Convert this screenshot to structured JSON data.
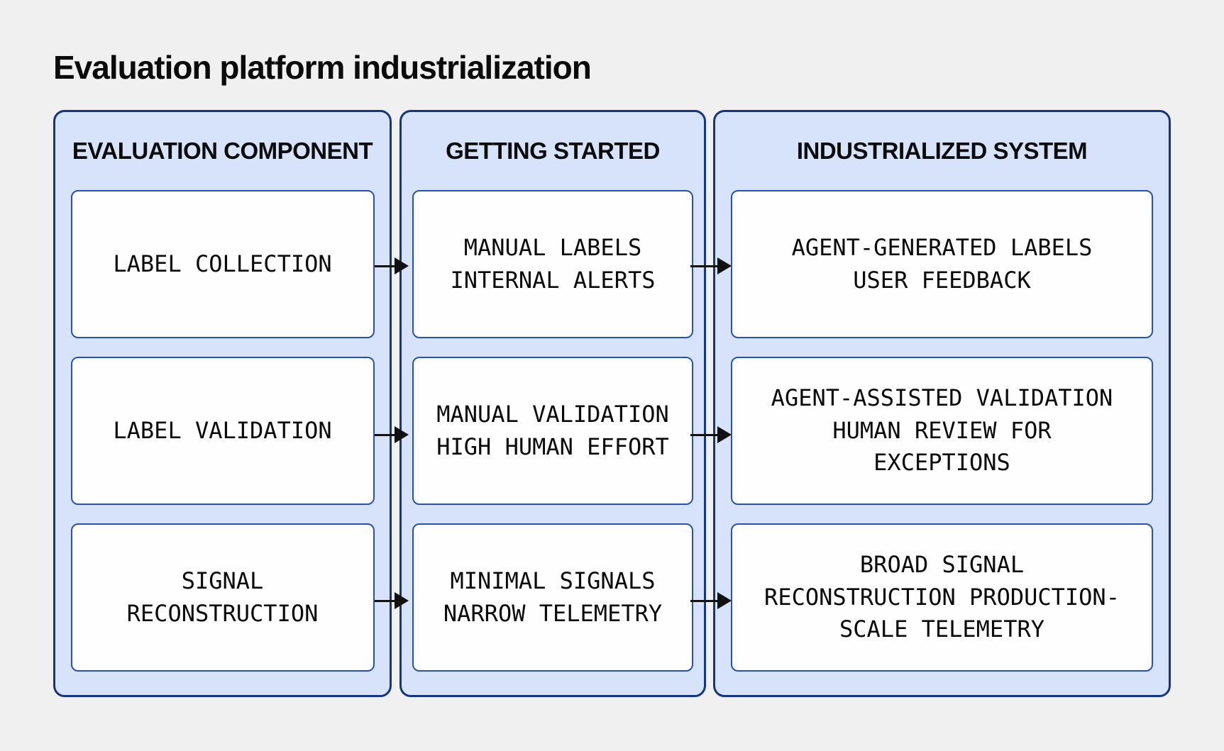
{
  "title": "Evaluation platform industrialization",
  "columns": [
    {
      "header": "EVALUATION COMPONENT",
      "cards": [
        "LABEL COLLECTION",
        "LABEL VALIDATION",
        "SIGNAL\nRECONSTRUCTION"
      ]
    },
    {
      "header": "GETTING STARTED",
      "cards": [
        "MANUAL LABELS\nINTERNAL ALERTS",
        "MANUAL VALIDATION\nHIGH HUMAN EFFORT",
        "MINIMAL SIGNALS\nNARROW TELEMETRY"
      ]
    },
    {
      "header": "INDUSTRIALIZED SYSTEM",
      "cards": [
        "AGENT-GENERATED LABELS\nUSER FEEDBACK",
        "AGENT-ASSISTED VALIDATION\nHUMAN REVIEW FOR\nEXCEPTIONS",
        "BROAD SIGNAL\nRECONSTRUCTION PRODUCTION-\nSCALE TELEMETRY"
      ]
    }
  ],
  "colors": {
    "page_background": "#f0f0f1",
    "panel_background": "#d6e3fa",
    "panel_border": "#14357f",
    "card_border": "#2653b0",
    "arrow": "#111111",
    "text": "#0a0a0a"
  }
}
